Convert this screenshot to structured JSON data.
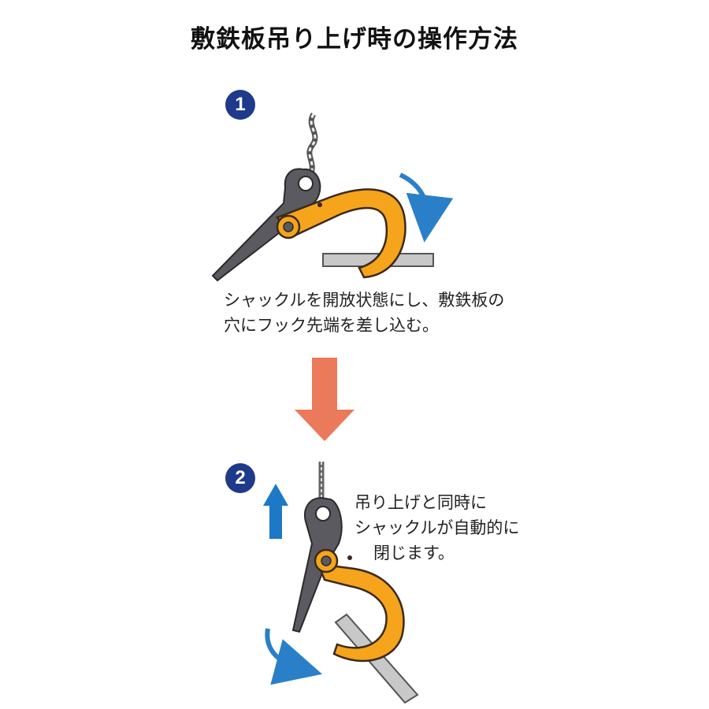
{
  "title": "敷鉄板吊り上げ時の操作方法",
  "steps": [
    {
      "number": "1",
      "caption_lines": [
        "シャックルを開放状態にし、敷鉄板の",
        "穴にフック先端を差し込む。"
      ]
    },
    {
      "number": "2",
      "caption_lines": [
        "吊り上げと同時に",
        "シャックルが自動的に",
        "閉じます。"
      ]
    }
  ],
  "colors": {
    "badge": "#1f3a8a",
    "hook": "#f5a41b",
    "hook_outline": "#3a2a1a",
    "shackle": "#5a5a60",
    "plate": "#c8c8c8",
    "rotate_arrow": "#2a7fc9",
    "lift_arrow": "#1e78c8",
    "flow_arrow": "#ea7a5a"
  },
  "icons": {
    "rotate": "curved-arrow-icon",
    "lift": "up-arrow-icon",
    "flow": "down-arrow-icon"
  }
}
